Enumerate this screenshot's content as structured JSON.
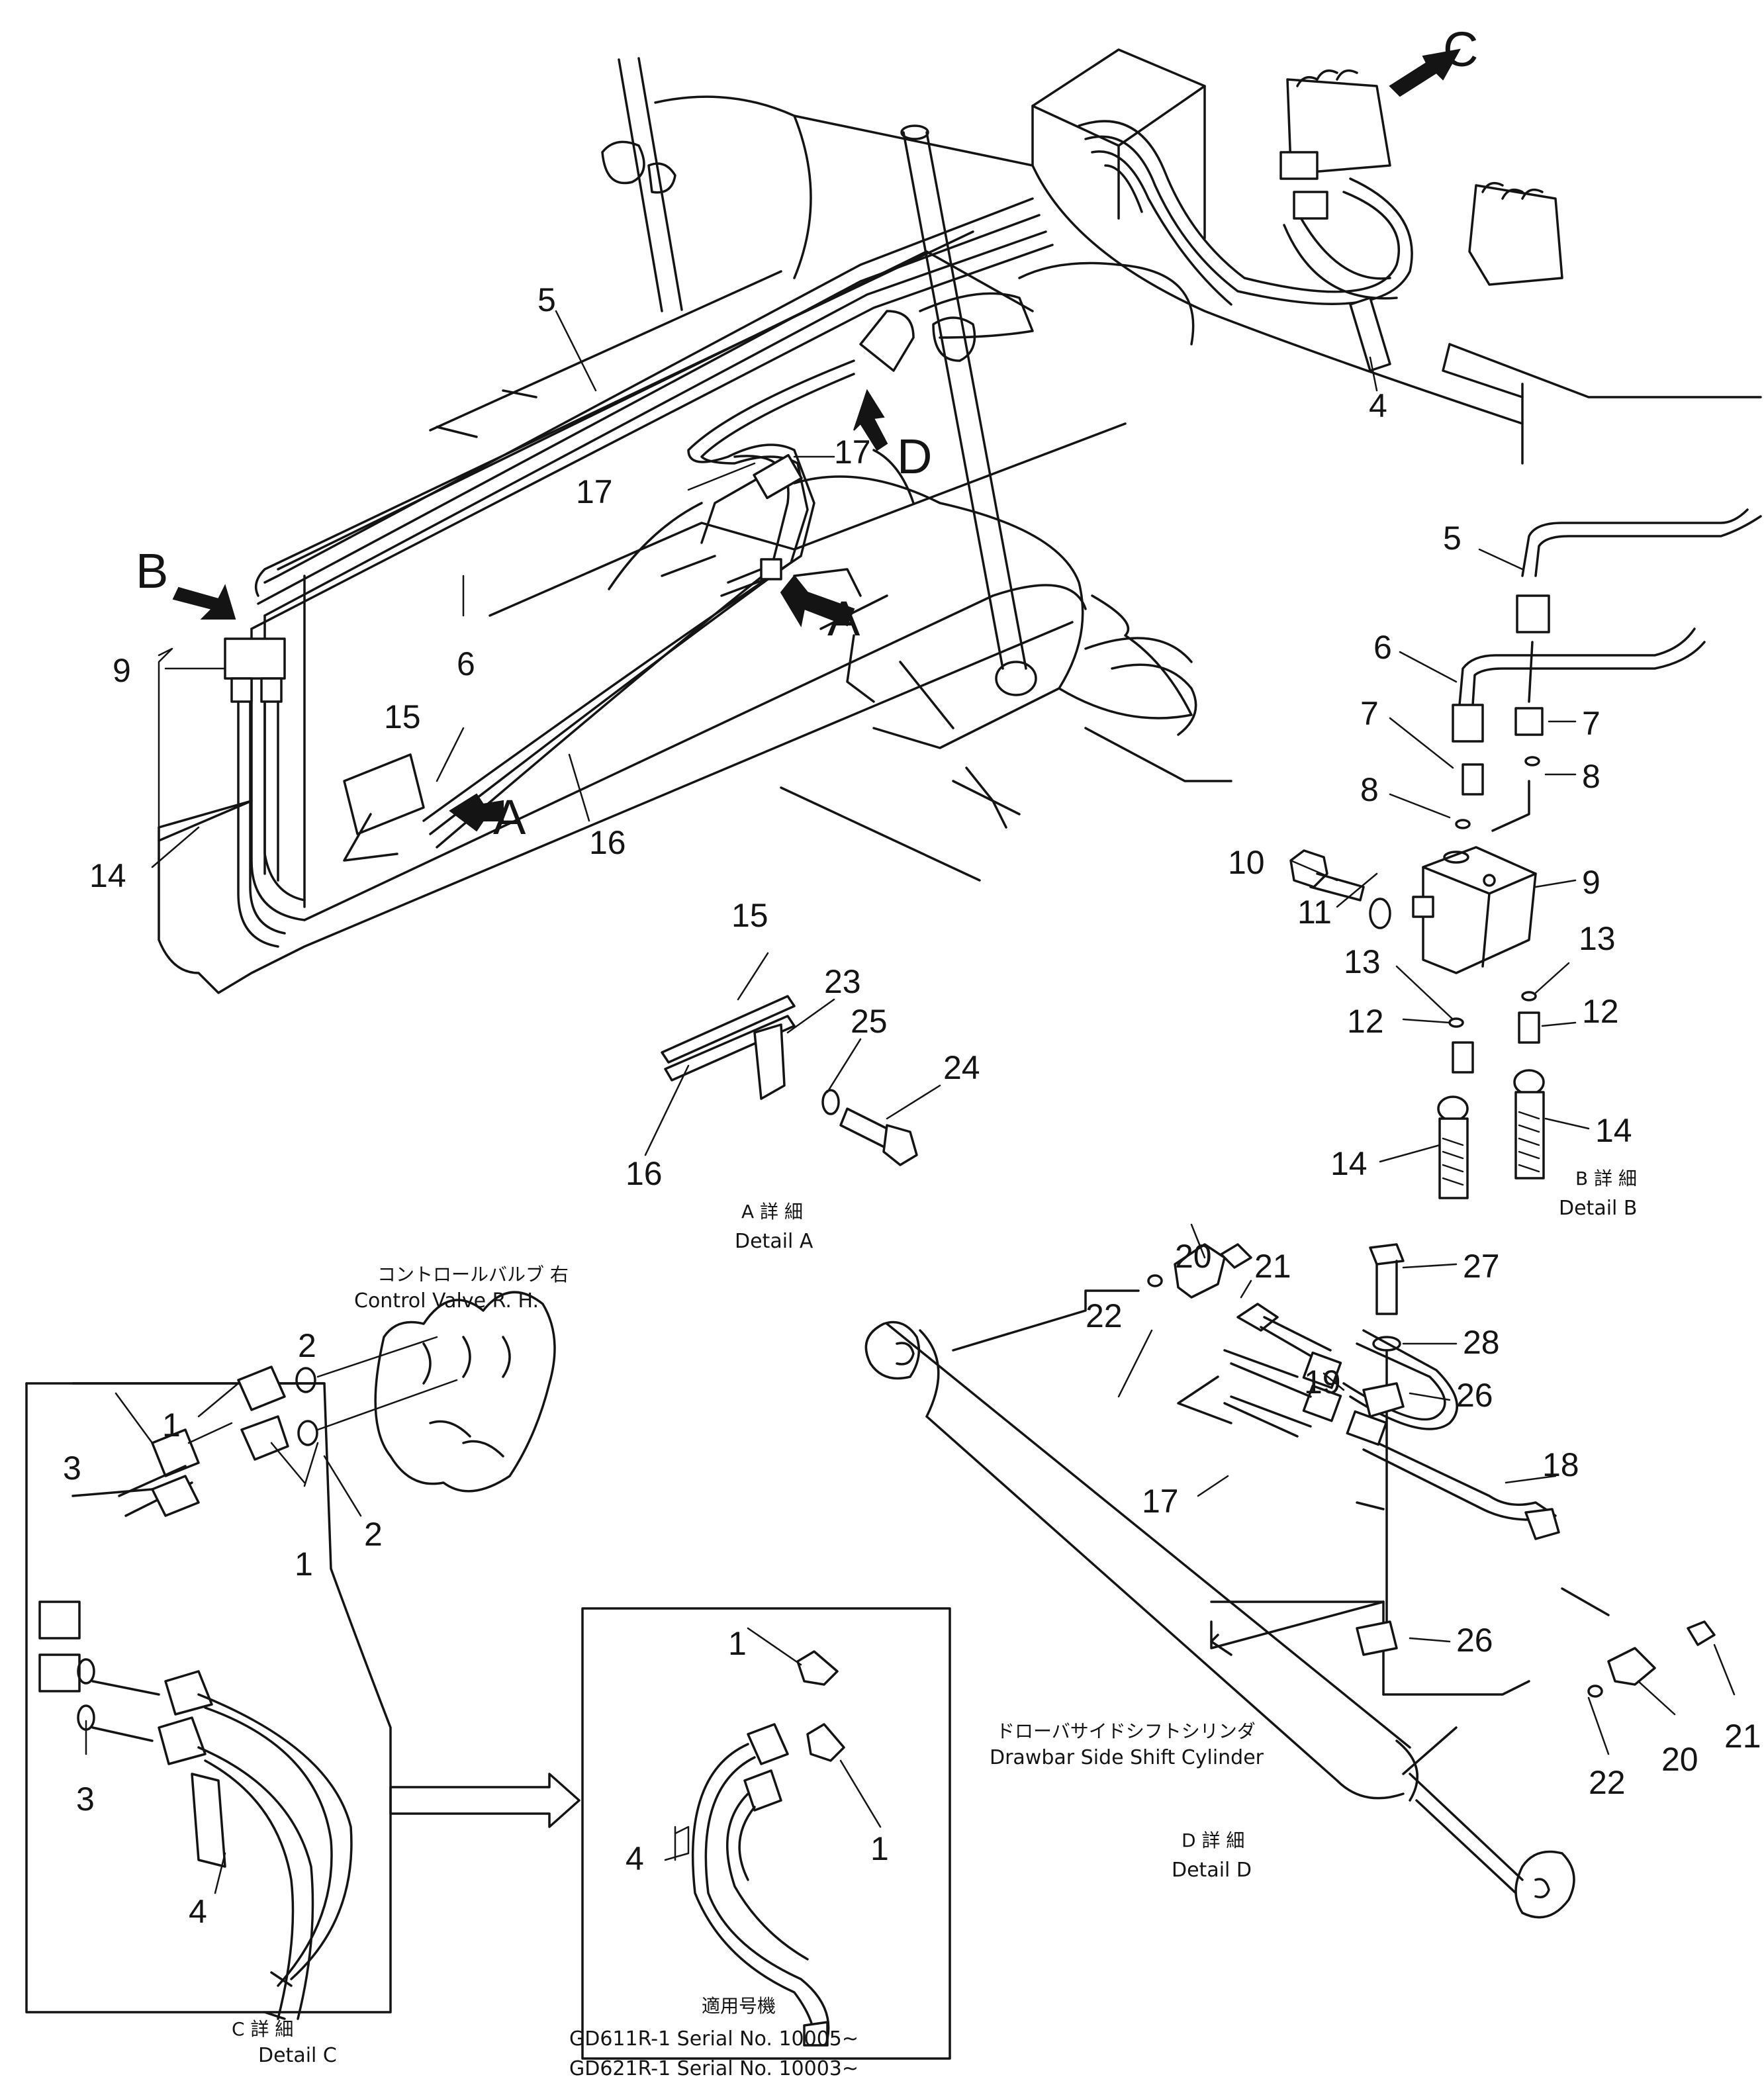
{
  "callouts": {
    "n1": "1",
    "n2": "2",
    "n3": "3",
    "n4": "4",
    "n5": "5",
    "n6": "6",
    "n7": "7",
    "n8": "8",
    "n9": "9",
    "n10": "10",
    "n11": "11",
    "n12": "12",
    "n13": "13",
    "n14": "14",
    "n15": "15",
    "n16": "16",
    "n17": "17",
    "n18": "18",
    "n19": "19",
    "n20": "20",
    "n21": "21",
    "n22": "22",
    "n23": "23",
    "n24": "24",
    "n25": "25",
    "n26": "26",
    "n27": "27",
    "n28": "28"
  },
  "view_markers": {
    "a": "A",
    "b": "B",
    "c": "C",
    "d": "D"
  },
  "details": {
    "a": {
      "jp": "A 詳 細",
      "en": "Detail  A"
    },
    "b": {
      "jp": "B 詳 細",
      "en": "Detail  B"
    },
    "c": {
      "jp": "C 詳 細",
      "en": "Detail  C"
    },
    "d": {
      "jp": "D 詳 細",
      "en": "Detail  D"
    }
  },
  "labels": {
    "control_valve_jp": "コントロールバルブ  右",
    "control_valve_en": "Control  Valve  R. H.",
    "cylinder_jp": "ドローバサイドシフトシリンダ",
    "cylinder_en": "Drawbar  Side  Shift  Cylinder"
  },
  "applicability": {
    "title": "適用号機",
    "line1": "GD611R-1  Serial  No.  10005~",
    "line2": "GD621R-1  Serial  No.  10003~"
  }
}
